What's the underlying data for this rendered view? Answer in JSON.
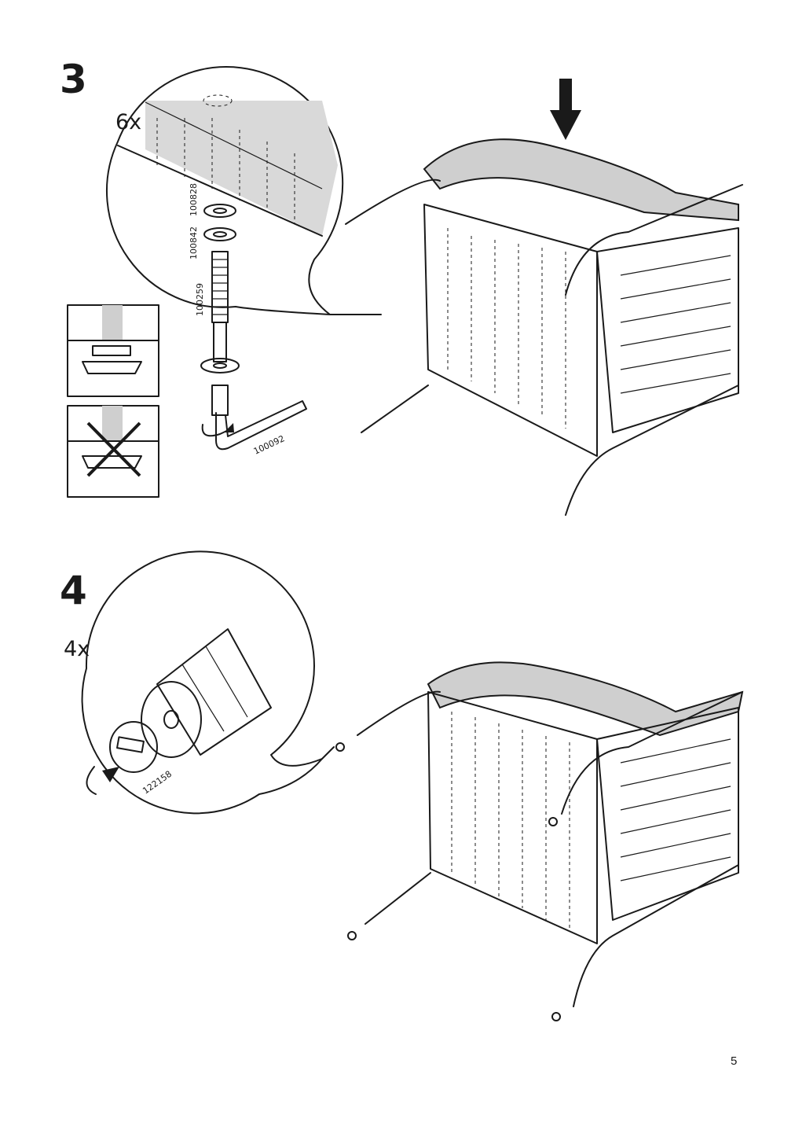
{
  "steps": [
    {
      "number": "3",
      "quantity": "6x",
      "parts": [
        "100828",
        "100842",
        "100259",
        "100092"
      ]
    },
    {
      "number": "4",
      "quantity": "4x",
      "parts": [
        "122158"
      ]
    }
  ],
  "page_number": "5",
  "icons": [
    "arrow-down-icon",
    "rotate-icon",
    "allen-key-icon",
    "cross-mark-icon"
  ]
}
